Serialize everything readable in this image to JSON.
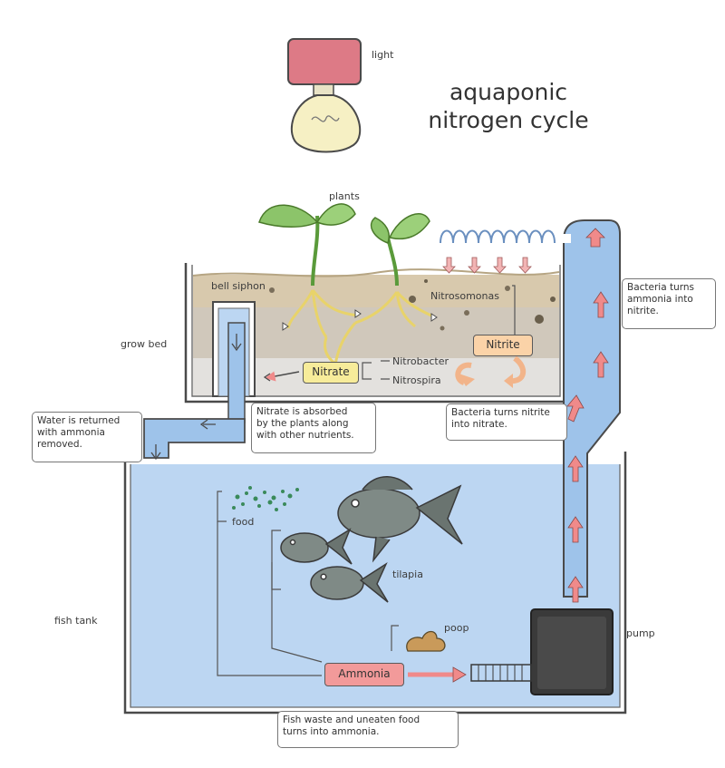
{
  "title": "aquaponic\nnitrogen cycle",
  "labels": {
    "light": "light",
    "plants": "plants",
    "bell_siphon": "bell siphon",
    "grow_bed": "grow bed",
    "nitrosomonas": "Nitrosomonas",
    "nitrobacter": "Nitrobacter",
    "nitrospira": "Nitrospira",
    "food": "food",
    "tilapia": "tilapia",
    "poop": "poop",
    "fish_tank": "fish tank",
    "pump": "pump"
  },
  "compounds": {
    "nitrate": "Nitrate",
    "nitrite": "Nitrite",
    "ammonia": "Ammonia"
  },
  "notes": {
    "bacteria_ammonia": "Bacteria turns\nammonia into\nnitrite.",
    "bacteria_nitrite": "Bacteria turns nitrite\ninto nitrate.",
    "nitrate_absorbed": "Nitrate is absorbed\nby the plants along\nwith other nutrients.",
    "water_returned": "Water is returned\nwith ammonia\nremoved.",
    "fish_waste": "Fish waste and uneaten food\nturns into ammonia."
  },
  "colors": {
    "water": "#bcd6f2",
    "pipe": "#9ec3ea",
    "soil": "#d8c9ad",
    "nitrate": "#f7ec9a",
    "nitrite": "#fbd3a8",
    "ammonia": "#f29a9a",
    "arrow": "#f08a8a",
    "lamp": "#dd7a86",
    "bulb": "#f6f0c4"
  }
}
